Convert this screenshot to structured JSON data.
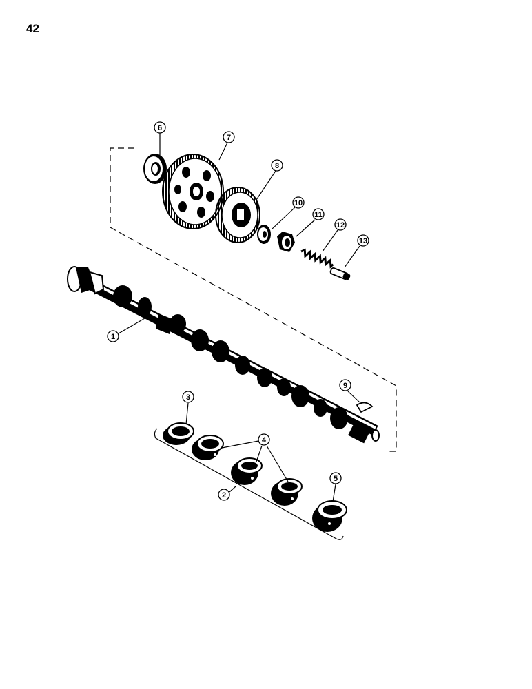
{
  "page_number": "42",
  "callouts": {
    "c1": "1",
    "c2": "2",
    "c3": "3",
    "c4": "4",
    "c5": "5",
    "c6": "6",
    "c7": "7",
    "c8": "8",
    "c9": "9",
    "c10": "10",
    "c11": "11",
    "c12": "12",
    "c13": "13"
  },
  "colors": {
    "ink": "#000000",
    "paper": "#ffffff"
  }
}
